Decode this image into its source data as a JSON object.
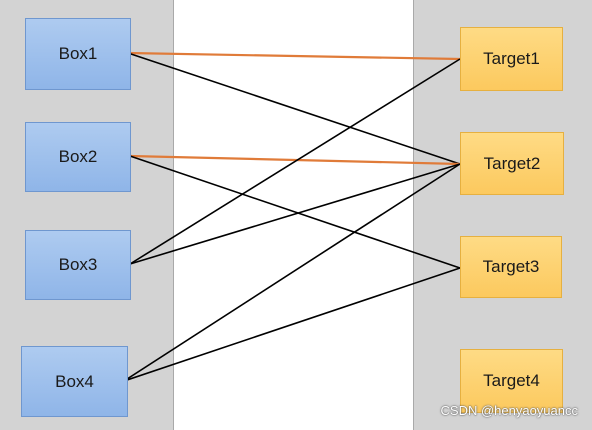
{
  "sources": [
    {
      "id": "box1",
      "label": "Box1"
    },
    {
      "id": "box2",
      "label": "Box2"
    },
    {
      "id": "box3",
      "label": "Box3"
    },
    {
      "id": "box4",
      "label": "Box4"
    }
  ],
  "targets": [
    {
      "id": "target1",
      "label": "Target1"
    },
    {
      "id": "target2",
      "label": "Target2"
    },
    {
      "id": "target3",
      "label": "Target3"
    },
    {
      "id": "target4",
      "label": "Target4"
    }
  ],
  "connections": [
    {
      "from": "box1",
      "to": "target1",
      "color": "#e07b39"
    },
    {
      "from": "box1",
      "to": "target2",
      "color": "#000000"
    },
    {
      "from": "box2",
      "to": "target2",
      "color": "#e07b39"
    },
    {
      "from": "box2",
      "to": "target3",
      "color": "#000000"
    },
    {
      "from": "box3",
      "to": "target1",
      "color": "#000000"
    },
    {
      "from": "box3",
      "to": "target2",
      "color": "#000000"
    },
    {
      "from": "box4",
      "to": "target2",
      "color": "#000000"
    },
    {
      "from": "box4",
      "to": "target3",
      "color": "#000000"
    }
  ],
  "watermark": "CSDN @henyaoyuancc"
}
